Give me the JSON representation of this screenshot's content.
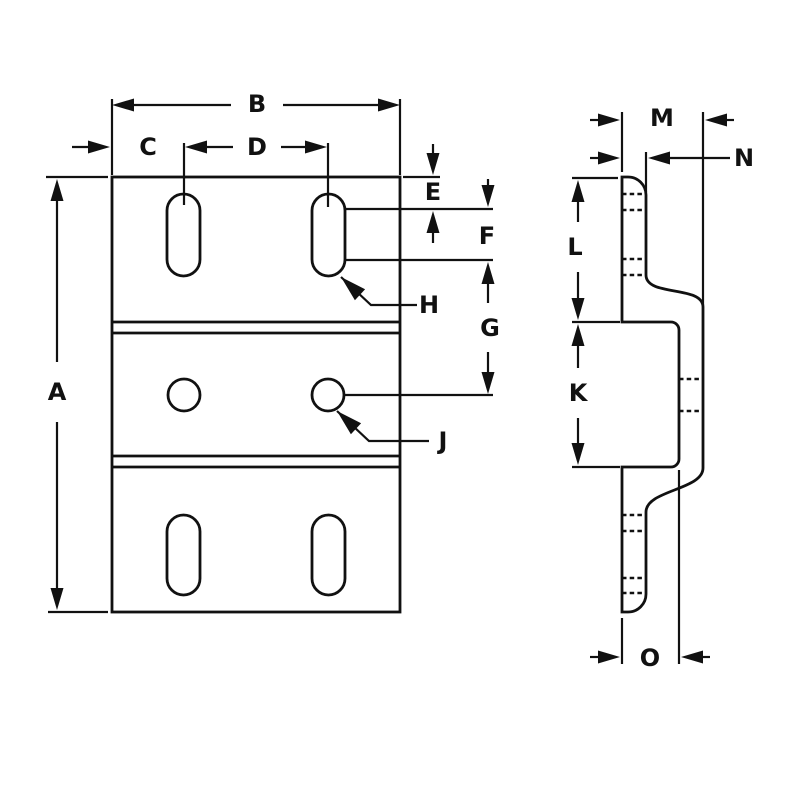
{
  "drawing": {
    "kind": "engineering-dimension-drawing",
    "background_color": "#ffffff",
    "line_color": "#111111",
    "views": {
      "front": {
        "dimension_ids": [
          "A",
          "B",
          "C",
          "D",
          "E",
          "F",
          "G",
          "H",
          "J"
        ]
      },
      "side": {
        "dimension_ids": [
          "K",
          "L",
          "M",
          "N",
          "O"
        ]
      }
    }
  },
  "labels": {
    "A": "A",
    "B": "B",
    "C": "C",
    "D": "D",
    "E": "E",
    "F": "F",
    "G": "G",
    "H": "H",
    "J": "J",
    "K": "K",
    "L": "L",
    "M": "M",
    "N": "N",
    "O": "O"
  }
}
